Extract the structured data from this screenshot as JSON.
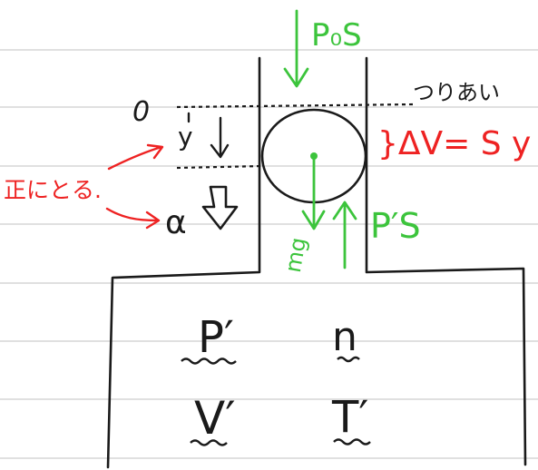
{
  "colors": {
    "ink": "#1a1a1a",
    "green": "#3cc43c",
    "red": "#ee2222",
    "rule_line": "#d6d6d6"
  },
  "labels": {
    "pos": "P₀S",
    "tsuriai": "つりあい",
    "origin": "0",
    "y": "y",
    "delta_v": "}ΔV= S y",
    "seitoru": "正にとる.",
    "alpha": "α",
    "mg": "mg",
    "ps": "P′S",
    "p_prime": "P′",
    "n": "n",
    "v_prime": "V′",
    "t_prime": "T′"
  }
}
